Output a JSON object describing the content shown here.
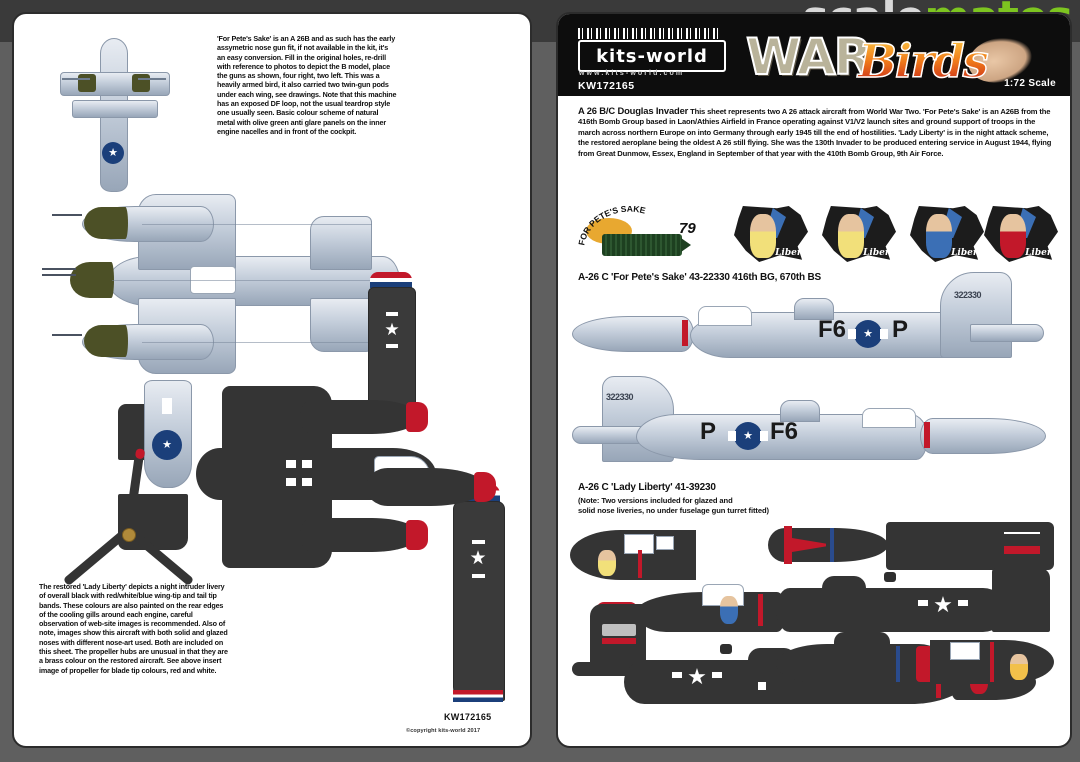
{
  "watermark": {
    "part_a": "scale",
    "part_b": "mates"
  },
  "colors": {
    "page_bg": "#5f5f5f",
    "band": "#3a3a3a",
    "sheet_bg": "#ffffff",
    "header_black": "#0d0d0d",
    "watermark_green": "#7dc520",
    "natural_metal": "#c3cdda",
    "night_black": "#3a3a3a",
    "olive_drab": "#4c5026",
    "insignia_red": "#c2182a",
    "insignia_blue": "#1b3f7a",
    "decal_gold": "#e8a830"
  },
  "left_sheet": {
    "top_note": "'For Pete's Sake' is an A 26B and as such has the early assymetric nose gun fit, if not available in the kit, it's an easy conversion. Fill in the original holes, re-drill with reference to photos to depict the B model, place the guns as shown, four right, two left. This was a heavily armed bird, it also carried two twin-gun pods under each wing, see drawings. Note that this machine has an exposed DF loop, not the usual teardrop style one usually seen. Basic colour scheme of natural metal with olive green anti glare panels on the inner engine nacelles and in front of the cockpit.",
    "bottom_note": "The restored 'Lady Liberty' depicts a night intruder livery of overall black with red/white/blue wing-tip and tail tip bands. These colours are also painted on the rear edges of the cooling gills around each engine, careful observation of web-site images is recommended. Also of note, images show this aircraft with both solid and glazed noses with different nose-art used. Both are included on this sheet. The propeller hubs are unusual in that they are a brass colour on the restored aircraft. See above insert image of propeller for blade tip colours, red and white.",
    "part_number": "KW172165",
    "copyright": "©copyright kits-world 2017"
  },
  "right_sheet": {
    "brand": "kits-world",
    "brand_url": "www.kits-world.com",
    "part_number": "KW172165",
    "scale": "1:72 Scale",
    "series_word": "WAR",
    "series_word2": "Birds",
    "description_title": "A 26 B/C Douglas Invader",
    "description": "This sheet represents two A 26 attack aircraft from World War Two. 'For Pete's Sake' is an A26B from the 416th Bomb Group based in Laon/Athies Airfield in France operating against V1/V2 launch sites and ground support of troops in the march across northern Europe on into Germany through early 1945 till the end of hostilities. 'Lady Liberty' is in the night attack scheme, the restored aeroplane being the oldest A 26 still flying. She was the 130th Invader to be produced entering service in August 1944, flying from Great Dunmow, Essex, England in September of that year with the 410th Bomb Group, 9th Air Force.",
    "decals": {
      "petes_arc_text": "FOR PETE'S SAKE",
      "petes_number": "79",
      "lady_label": "Liberty"
    },
    "caption_1": "A-26 C 'For Pete's Sake' 43-22330 416th BG, 670th BS",
    "caption_2": "A-26 C 'Lady Liberty' 41-39230",
    "caption_2_note_line1": "(Note: Two versions included for glazed and",
    "caption_2_note_line2": "solid nose liveries, no under fuselage gun turret fitted)",
    "markings": {
      "code_left": "F6",
      "code_right": "P",
      "tail_serial": "322330",
      "code_left_b": "P",
      "code_right_b": "F6",
      "tail_serial_b": "322330"
    }
  }
}
